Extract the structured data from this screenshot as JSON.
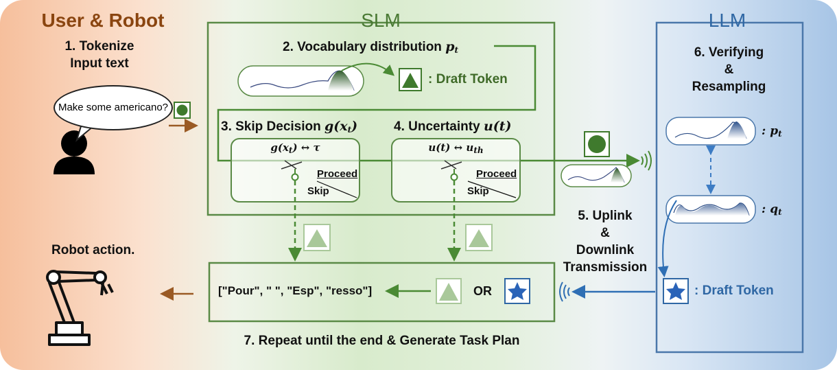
{
  "sections": {
    "user_robot": "User & Robot",
    "slm": "SLM",
    "llm": "LLM"
  },
  "steps": {
    "step1_line1": "1. Tokenize",
    "step1_line2": "Input text",
    "step2": "2. Vocabulary distribution",
    "step2_symbol": "p",
    "step2_sub": "t",
    "step3": "3. Skip Decision",
    "step3_symbol": "g(x",
    "step3_sub": "t",
    "step3_close": ")",
    "step4": "4. Uncertainty",
    "step4_symbol": "u(t)",
    "step5_line1": "5. Uplink",
    "step5_line2": "&",
    "step5_line3": "Downlink",
    "step5_line4": "Transmission",
    "step6_line1": "6. Verifying",
    "step6_line2": "&",
    "step6_line3": "Resampling",
    "step7": "7. Repeat until the end & Generate Task Plan"
  },
  "bubble_text": "Make some americano?",
  "draft_token_label_slm": ": Draft Token",
  "draft_token_label_llm": ": Draft Token",
  "gate1": {
    "condition": "g(x",
    "condition_sub": "t",
    "condition_rest": ") ↔ τ",
    "proceed": "Proceed",
    "skip": "Skip"
  },
  "gate2": {
    "condition": "u(t) ↔ u",
    "condition_sub": "th",
    "proceed": "Proceed",
    "skip": "Skip"
  },
  "llm_pt_label": ": p",
  "llm_pt_sub": "t",
  "llm_qt_label": ": q",
  "llm_qt_sub": "t",
  "tokens_output": "[\"Pour\", \" \", \"Esp\", \"resso\"]",
  "or_label": "OR",
  "robot_action": "Robot action.",
  "colors": {
    "slm_green": "#3f7a2d",
    "user_brown": "#8a4510",
    "llm_blue": "#2f67a4",
    "star_blue": "#2a63b8"
  },
  "icons": [
    "user-icon",
    "robot-arm-icon",
    "circle-token-icon",
    "triangle-token-icon",
    "star-token-icon",
    "wireless-signal-icon"
  ]
}
